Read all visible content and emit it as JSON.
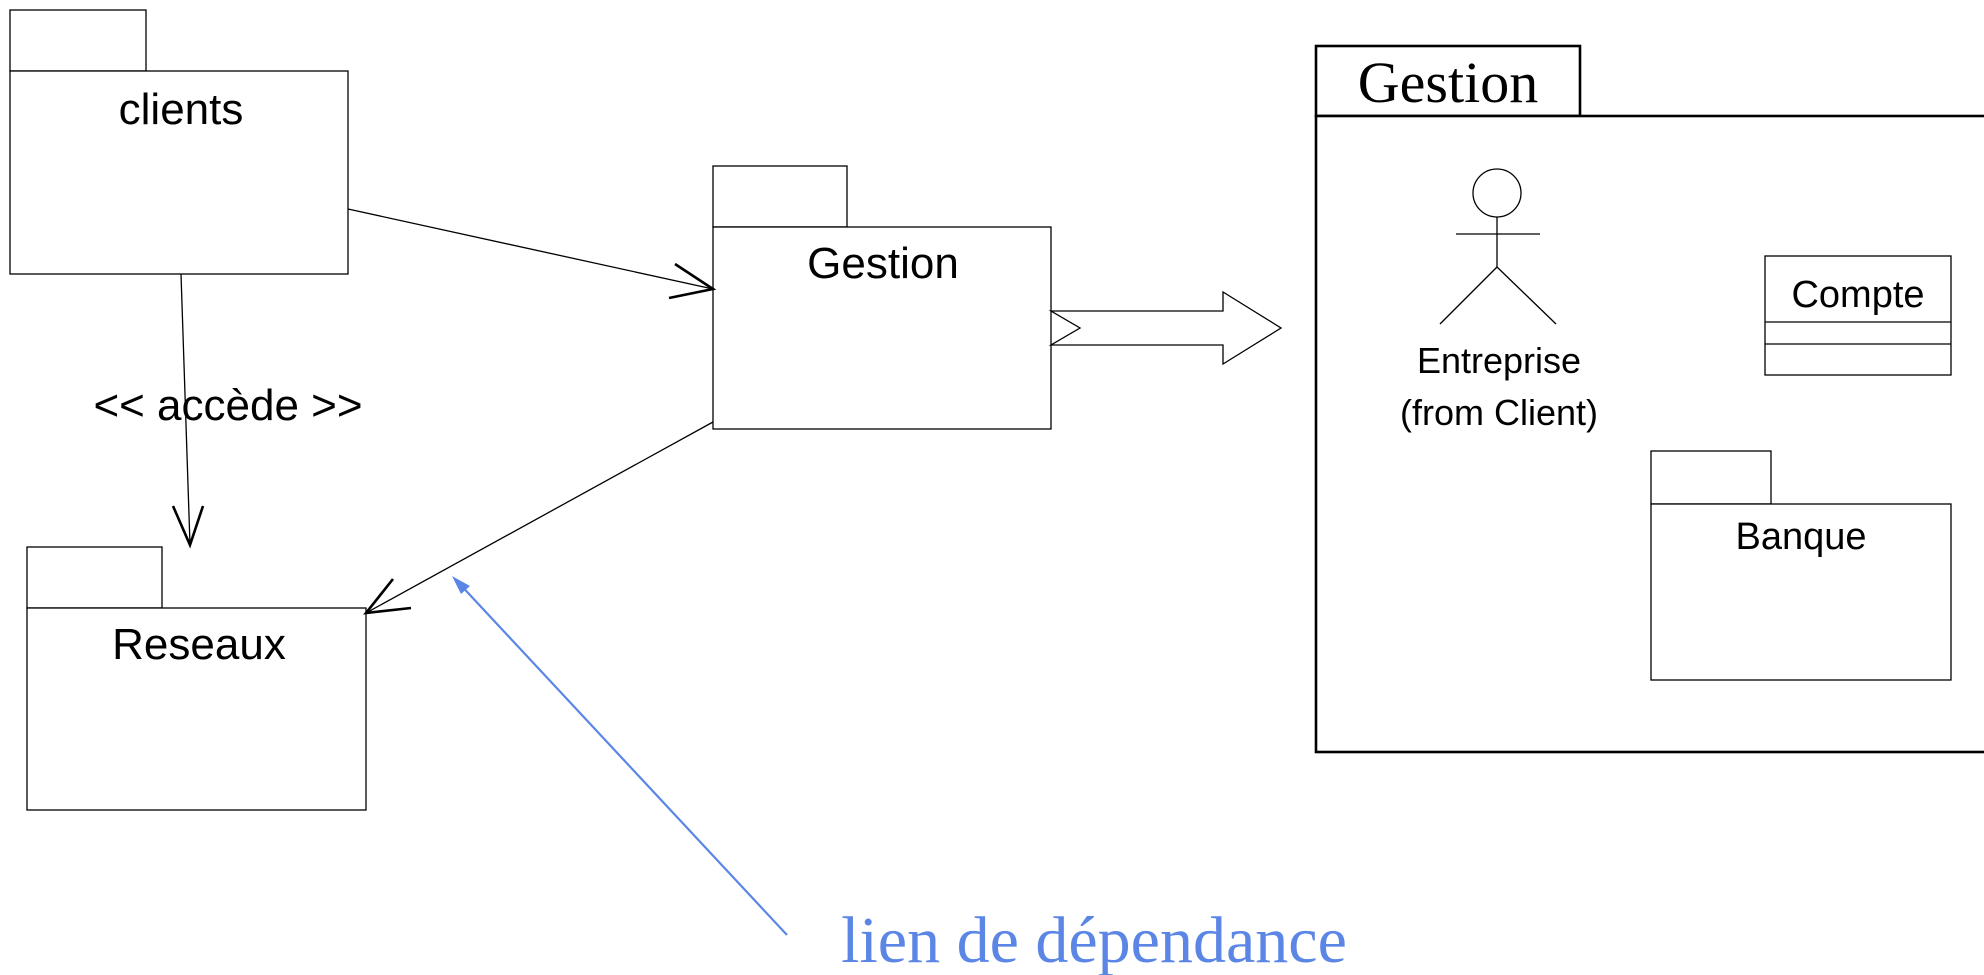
{
  "packages": {
    "clients": "clients",
    "gestion": "Gestion",
    "reseaux": "Reseaux"
  },
  "dependency_stereotype": "<< accède >>",
  "expanded_package": {
    "title": "Gestion",
    "actor": {
      "name": "Entreprise",
      "origin": "(from Client)"
    },
    "class_name": "Compte",
    "sub_package": "Banque"
  },
  "annotation": {
    "text": "lien de dépendance",
    "color": "#5b86e5"
  },
  "colors": {
    "lines": "#000000",
    "background": "#ffffff"
  }
}
